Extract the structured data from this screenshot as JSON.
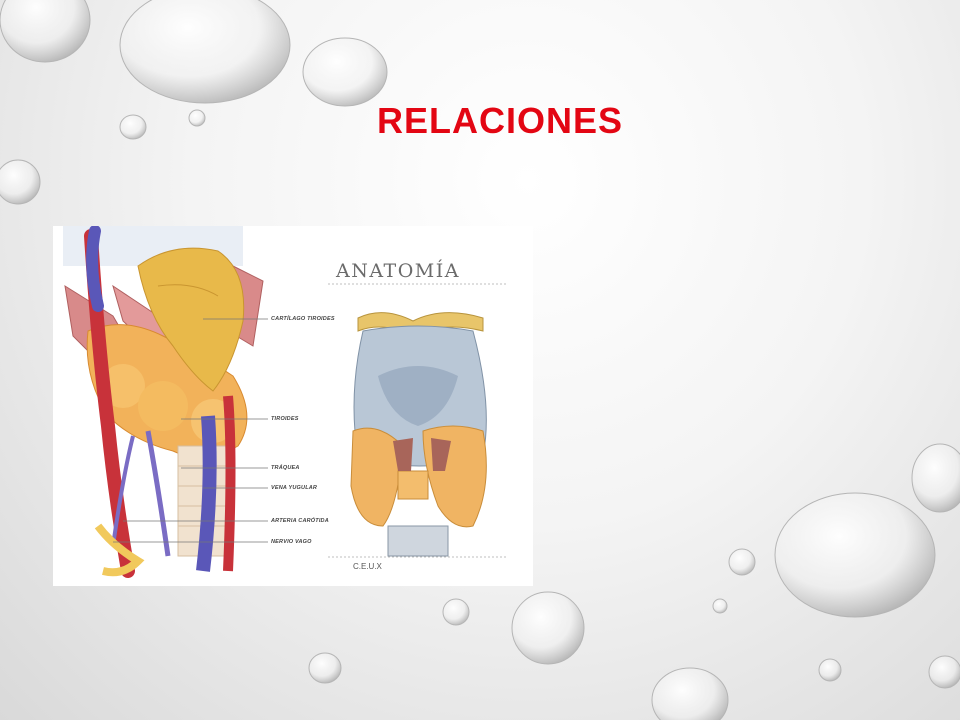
{
  "slide": {
    "title": "RELACIONES"
  },
  "figure": {
    "heading": "ANATOMÍA",
    "credit": "C.E.U.X",
    "labels": [
      "CARTÍLAGO TIROIDES",
      "TIROIDES",
      "TRÁQUEA",
      "VENA YUGULAR",
      "ARTERIA CARÓTIDA",
      "NERVIO VAGO"
    ]
  },
  "colors": {
    "title": "#e30613",
    "cartilage": "#e8b94a",
    "thyroid": "#f2b25a",
    "artery": "#c8323a",
    "vein": "#5a57b8"
  }
}
